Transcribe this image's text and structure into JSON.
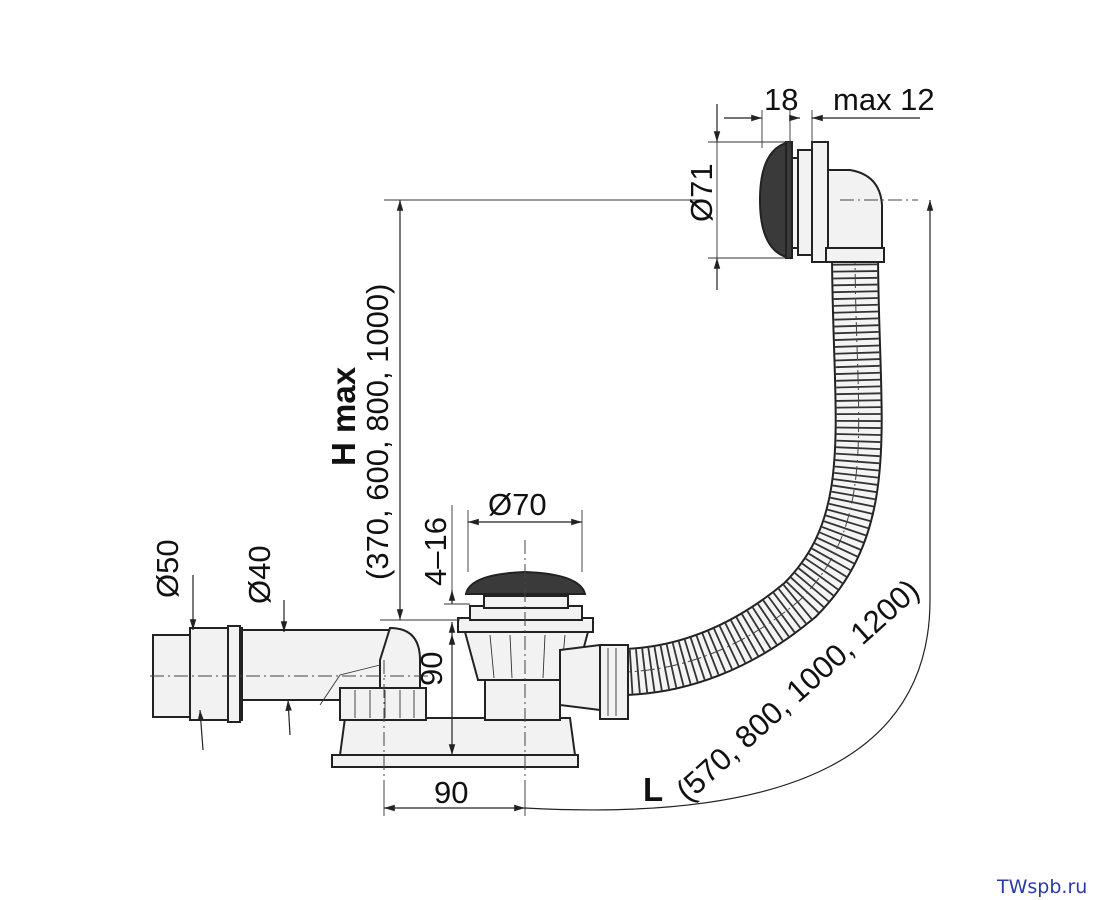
{
  "labels": {
    "d50": "Ø50",
    "d40": "Ø40",
    "h_max_title": "H max",
    "h_max_values": "(370, 600, 800, 1000)",
    "range_4_16": "4–16",
    "d70": "Ø70",
    "h90": "90",
    "w90": "90",
    "l_title": "L",
    "l_values": "(570, 800, 1000, 1200)",
    "d71": "Ø71",
    "w18": "18",
    "max12": "max 12"
  },
  "watermark": "TWspb.ru",
  "colors": {
    "line": "#222222",
    "cap": "#3a3a3a",
    "watermark": "#2a3aa8"
  }
}
